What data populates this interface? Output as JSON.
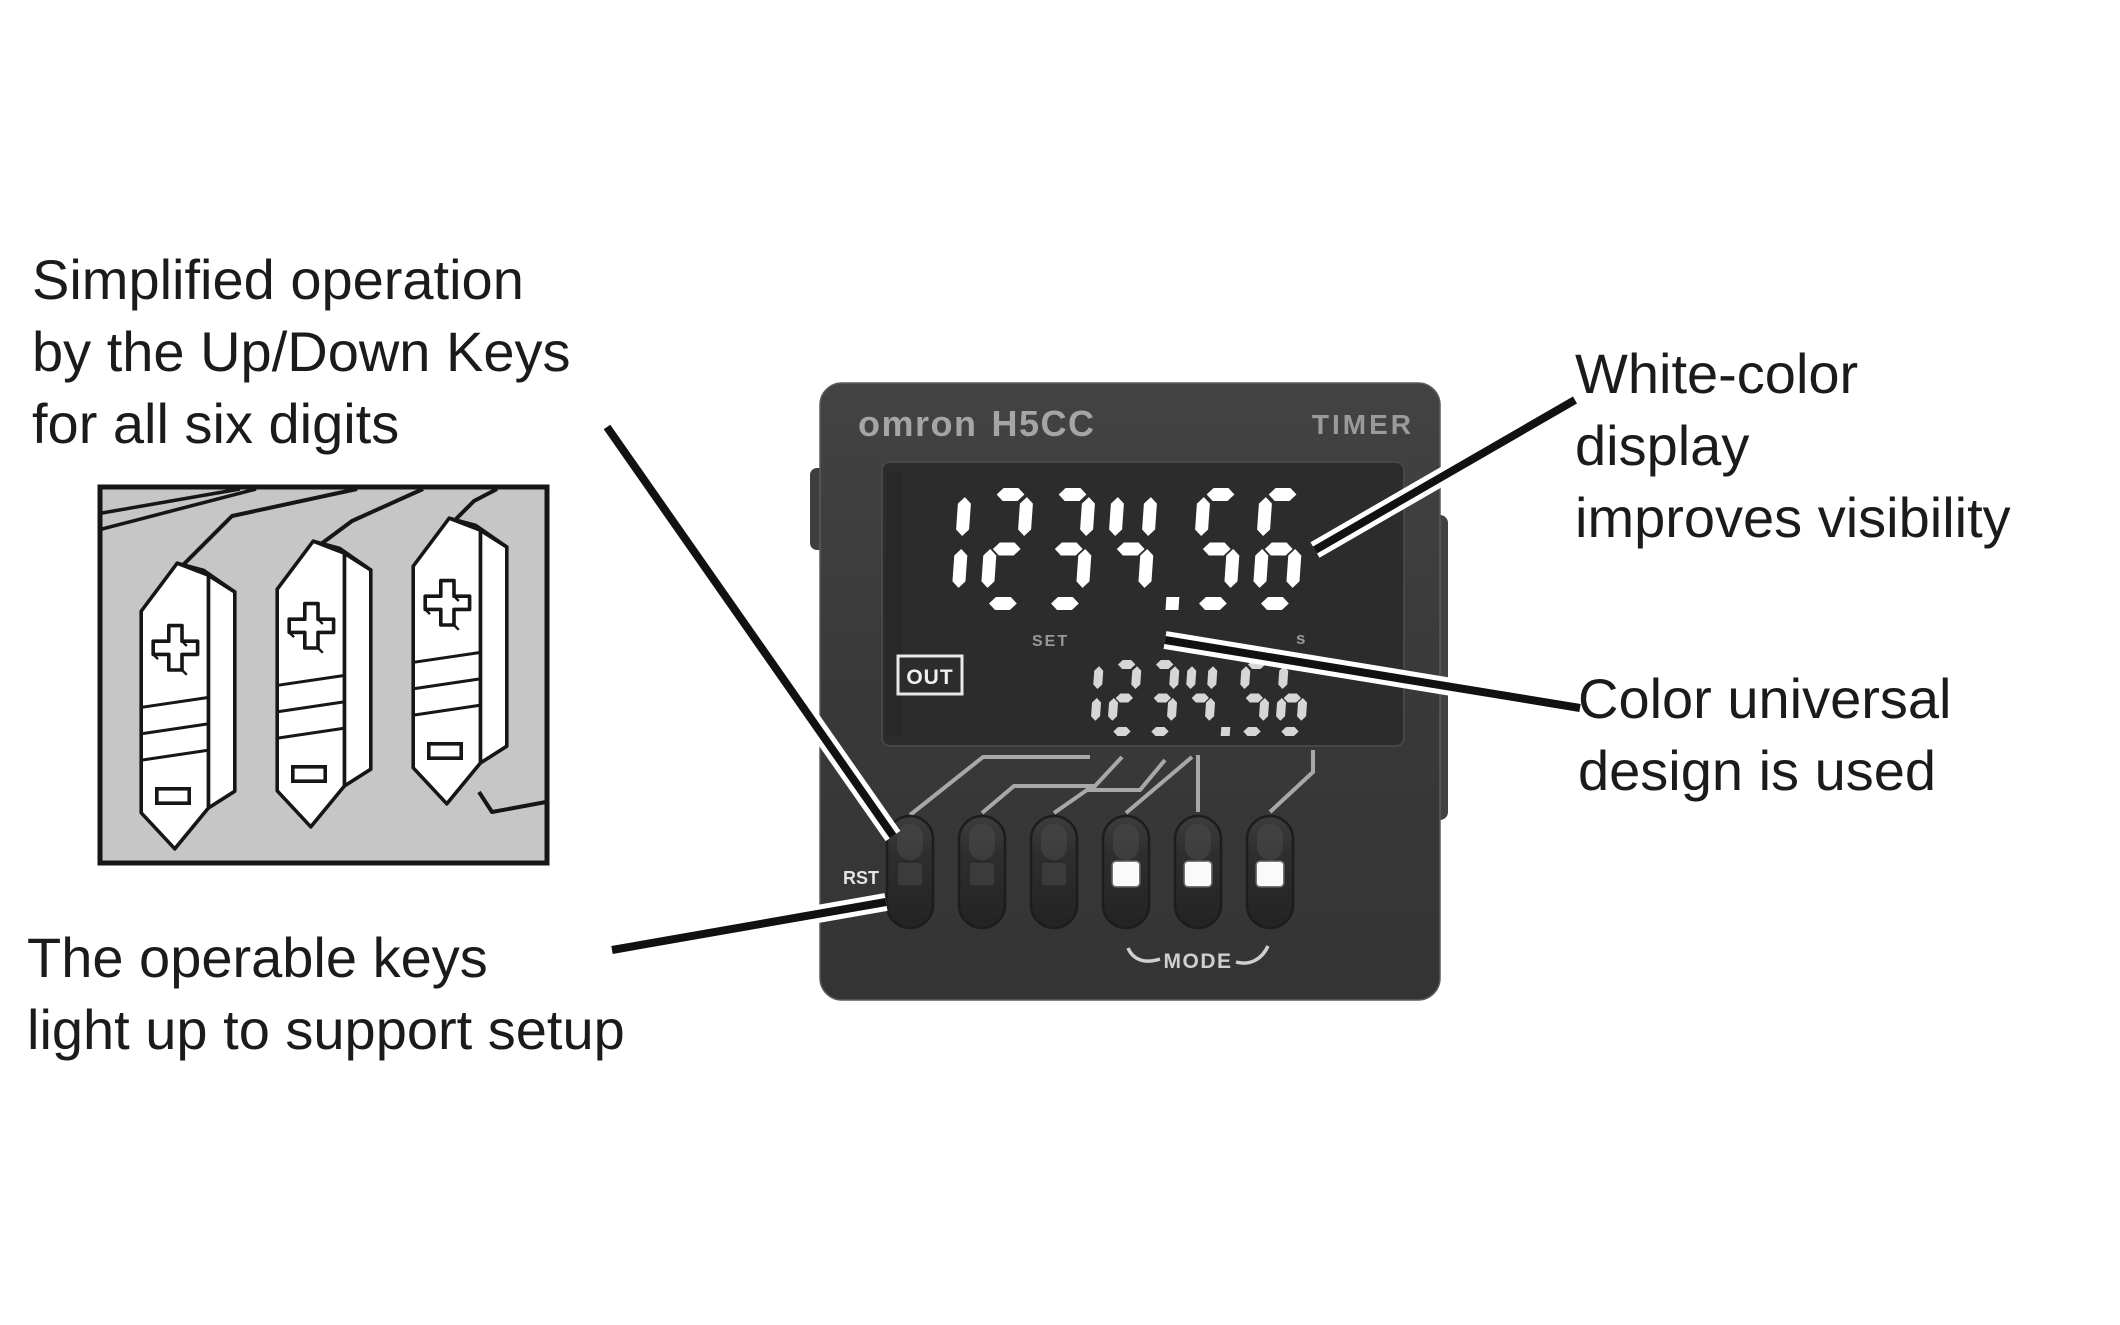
{
  "annotations": {
    "top_left": {
      "lines": [
        "Simplified operation",
        "by the Up/Down Keys",
        "for all six digits"
      ]
    },
    "bottom_left": {
      "lines": [
        "The operable keys",
        "light up to support setup"
      ]
    },
    "right_top": {
      "lines": [
        "White-color",
        "display",
        "improves visibility"
      ]
    },
    "right_bottom": {
      "lines": [
        "Color universal",
        "design is used"
      ]
    }
  },
  "device": {
    "brand": "omron",
    "model": "H5CC",
    "type_label": "TIMER",
    "main_display": "1234.56",
    "set_label": "SET",
    "sub_display": "1234.56",
    "unit_label": "s",
    "out_label": "OUT",
    "rst_label": "RST",
    "mode_label": "MODE",
    "buttons": [
      {
        "name": "rst-key",
        "lit": false
      },
      {
        "name": "key-2",
        "lit": false
      },
      {
        "name": "key-3",
        "lit": false
      },
      {
        "name": "mode-key-1",
        "lit": true
      },
      {
        "name": "mode-key-2",
        "lit": true
      },
      {
        "name": "mode-key-3",
        "lit": true
      }
    ]
  },
  "colors": {
    "device_body": "#3a3a3a",
    "display_bg": "#2c2c2c",
    "main_digits": "#ffffff",
    "sub_digits": "#d6d6d6",
    "label_gray": "#9a9a9a",
    "trace_gray": "#b5b5b5",
    "lit_key_window": "#fafafa",
    "illustration_bg": "#c6c6c6",
    "leader_line": "#111111"
  }
}
